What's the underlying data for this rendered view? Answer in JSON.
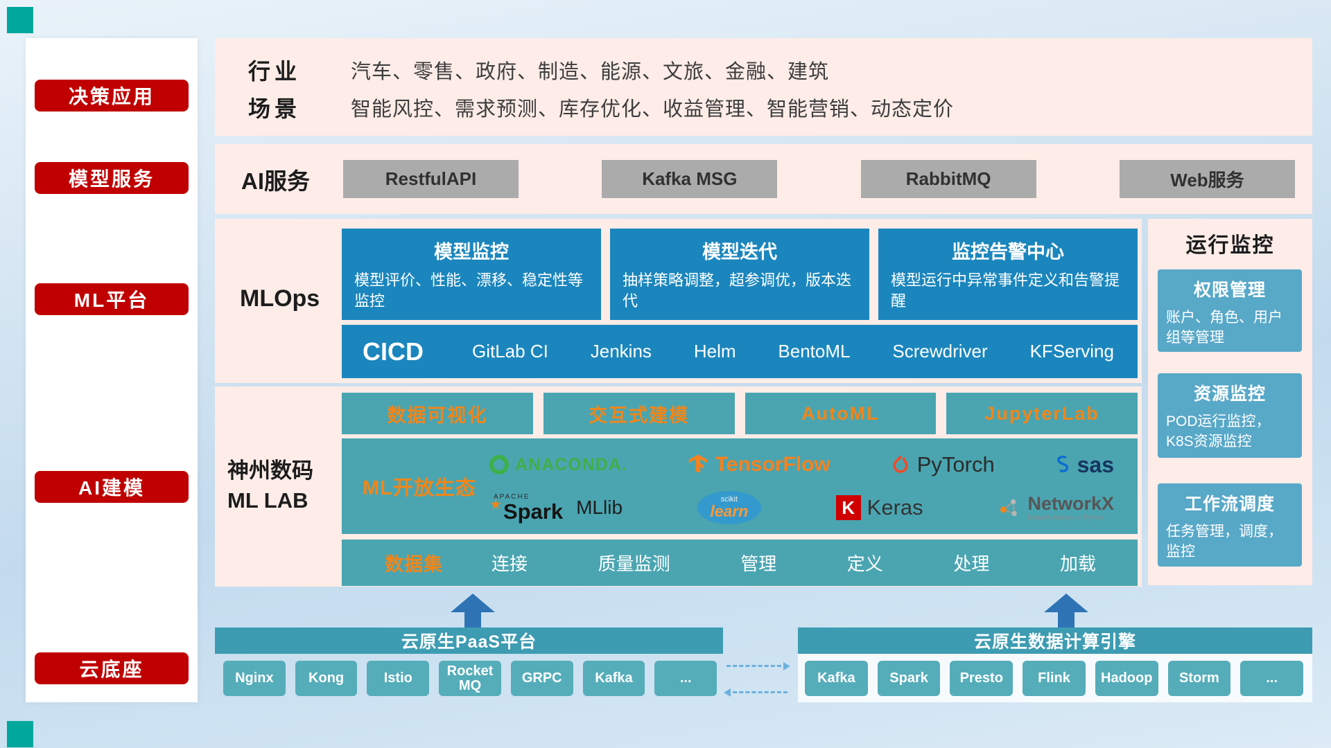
{
  "sidebar": {
    "items": [
      {
        "label": "决策应用"
      },
      {
        "label": "模型服务"
      },
      {
        "label": "ML平台"
      },
      {
        "label": "AI建模"
      },
      {
        "label": "云底座"
      }
    ]
  },
  "industry": {
    "rows": [
      {
        "label": "行业",
        "text": "汽车、零售、政府、制造、能源、文旅、金融、建筑"
      },
      {
        "label": "场景",
        "text": "智能风控、需求预测、库存优化、收益管理、智能营销、动态定价"
      }
    ]
  },
  "ai_service": {
    "label": "AI服务",
    "buttons": [
      "RestfulAPI",
      "Kafka MSG",
      "RabbitMQ",
      "Web服务"
    ]
  },
  "mlops": {
    "label": "MLOps",
    "cards": [
      {
        "title": "模型监控",
        "desc": "模型评价、性能、漂移、稳定性等监控"
      },
      {
        "title": "模型迭代",
        "desc": "抽样策略调整，超参调优，版本迭代"
      },
      {
        "title": "监控告警中心",
        "desc": "模型运行中异常事件定义和告警提醒"
      }
    ],
    "cicd_label": "CICD",
    "cicd_items": [
      "GitLab CI",
      "Jenkins",
      "Helm",
      "BentoML",
      "Screwdriver",
      "KFServing"
    ]
  },
  "monitoring": {
    "title": "运行监控",
    "cards": [
      {
        "title": "权限管理",
        "desc": "账户、角色、用户组等管理"
      },
      {
        "title": "资源监控",
        "desc": "POD运行监控，K8S资源监控"
      },
      {
        "title": "工作流调度",
        "desc": "任务管理，调度，监控"
      }
    ]
  },
  "mllab": {
    "label_line1": "神州数码",
    "label_line2": "ML LAB",
    "tools": [
      "数据可视化",
      "交互式建模",
      "AutoML",
      "JupyterLab"
    ],
    "ecosystem_label": "ML开放生态",
    "logos": {
      "anaconda": "ANACONDA.",
      "tensorflow": "TensorFlow",
      "pytorch": "PyTorch",
      "sas": "sas",
      "spark_apache": "APACHE",
      "spark": "Spark",
      "mllib": "MLlib",
      "sklearn_top": "scikit",
      "sklearn": "learn",
      "keras_k": "K",
      "keras": "Keras",
      "networkx": "NetworkX",
      "networkx_sub": "Network Analysis in Python"
    },
    "dataset_label": "数据集",
    "dataset_items": [
      "连接",
      "质量监测",
      "管理",
      "定义",
      "处理",
      "加载"
    ]
  },
  "cloud": {
    "paas_title": "云原生PaaS平台",
    "paas_items": [
      "Nginx",
      "Kong",
      "Istio",
      "RocketMQ",
      "GRPC",
      "Kafka",
      "..."
    ],
    "engine_title": "云原生数据计算引擎",
    "engine_items": [
      "Kafka",
      "Spark",
      "Presto",
      "Flink",
      "Hadoop",
      "Storm",
      "..."
    ]
  },
  "colors": {
    "accent_red": "#c00000",
    "panel_pink": "#fdece7",
    "blue_card": "#1b86bd",
    "teal_box": "#4aa5b1",
    "light_blue_card": "#58a8c8",
    "teal_bar": "#3d9cb2",
    "teal_chip": "#55adba",
    "gray_button": "#ababab",
    "orange_text": "#f0861a",
    "arrow_blue": "#2e74b5"
  }
}
